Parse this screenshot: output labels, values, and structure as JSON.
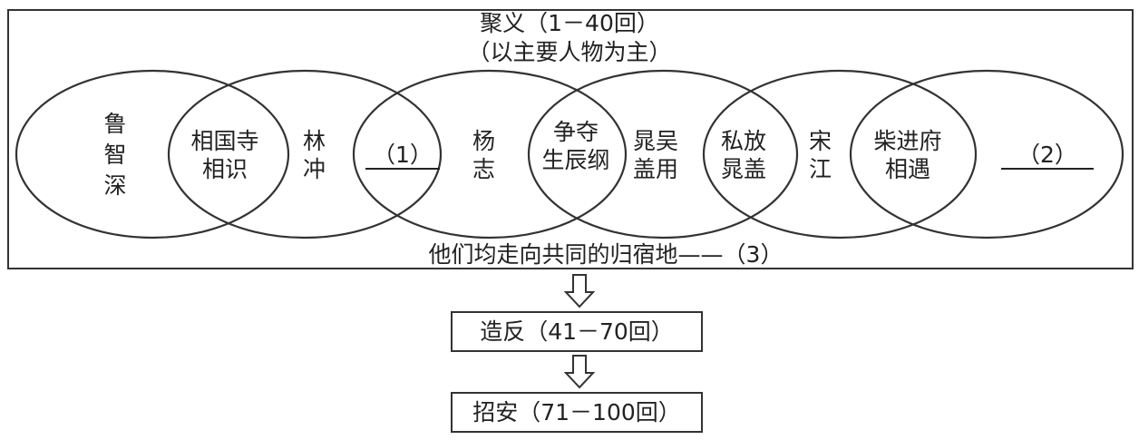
{
  "title": "聚义（1－40回）",
  "subtitle": "（以主要人物为主）",
  "characters": {
    "lu_zhishen": "鲁智深",
    "lin_chong": "林冲",
    "yang_zhi": "杨志",
    "chao_wu": "晁吴盖用",
    "song_jiang": "宋江"
  },
  "characters_display": {
    "lu_zhishen": [
      "鲁",
      "智",
      "深"
    ],
    "lin_chong": [
      "林",
      "冲"
    ],
    "yang_zhi": [
      "杨",
      "志"
    ],
    "chao_wu": [
      "晁吴",
      "盖用"
    ],
    "song_jiang": [
      "宋",
      "江"
    ]
  },
  "events": {
    "xiangguosi": [
      "相国寺",
      "相识"
    ],
    "shengchengang": [
      "争夺",
      "生辰纲"
    ],
    "sifang": [
      "私放",
      "晁盖"
    ],
    "chaijinfu": [
      "柴进府",
      "相遇"
    ]
  },
  "blanks": {
    "b1": "（1）",
    "b2": "（2）"
  },
  "conclusion": "他们均走向共同的归宿地——（3）",
  "stages": [
    "造反（41－70回）",
    "招安（71－100回）"
  ]
}
